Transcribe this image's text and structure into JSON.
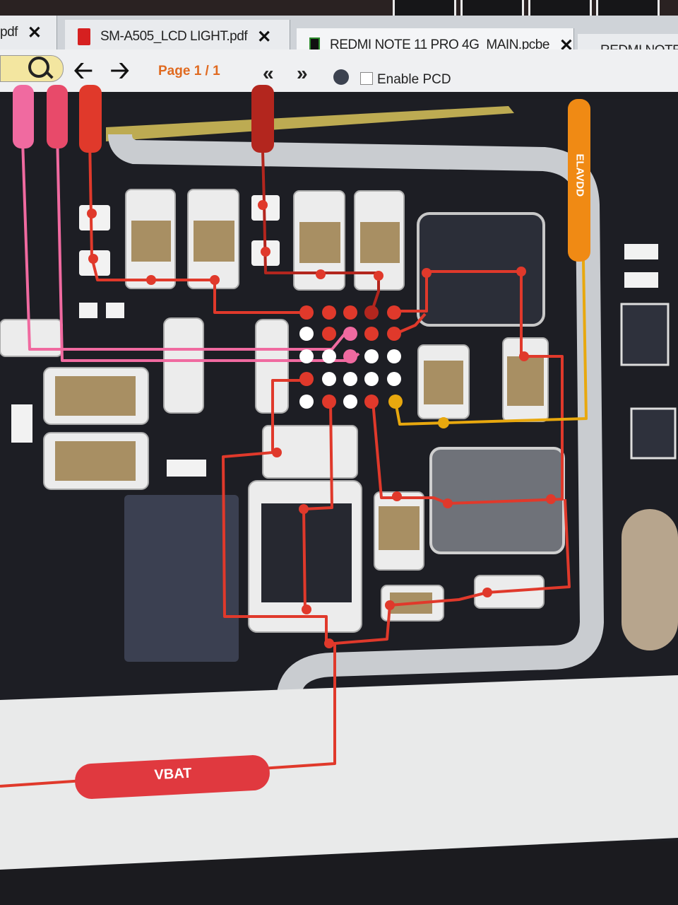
{
  "tabs": [
    {
      "label": "pdf",
      "close": "✕"
    },
    {
      "label": "SM-A505_LCD LIGHT.pdf",
      "close": "✕"
    },
    {
      "label": "REDMI NOTE 11 PRO 4G_MAIN.pcbe",
      "close": "✕"
    },
    {
      "label": "REDMI NOTE",
      "close": ""
    }
  ],
  "toolbar": {
    "back": "🡠",
    "forward": "🡢",
    "page": "Page 1 / 1",
    "prev": "«",
    "next": "»",
    "enable_pcd": "Enable PCD"
  },
  "nets": {
    "elavdd": "ELAVDD",
    "vbat": "VBAT"
  },
  "colors": {
    "trace_red": "#e0392b",
    "trace_dark": "#b3261e",
    "trace_pink": "#f06aa0",
    "trace_orange": "#f08a14",
    "trace_yellow": "#e8a80e",
    "pad_white": "#ffffff"
  }
}
